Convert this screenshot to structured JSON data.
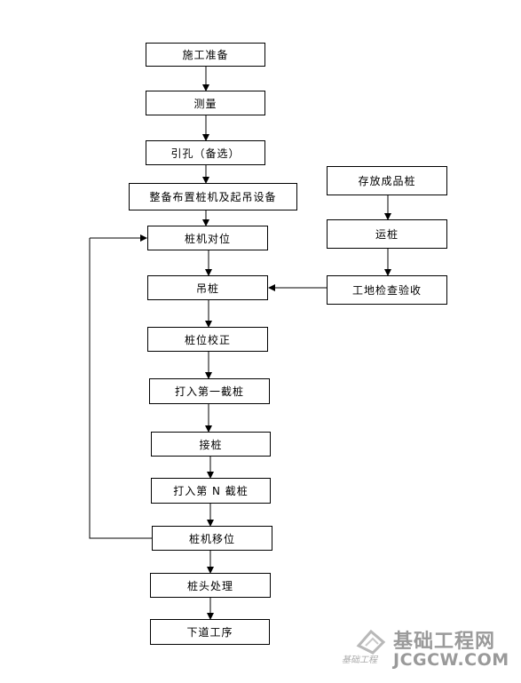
{
  "flow": {
    "main": [
      "施工准备",
      "测量",
      "引孔（备选）",
      "整备布置桩机及起吊设备",
      "桩机对位",
      "吊桩",
      "桩位校正",
      "打入第一截桩",
      "接桩",
      "打入第 N 截桩",
      "桩机移位",
      "桩头处理",
      "下道工序"
    ],
    "side": [
      "存放成品桩",
      "运桩",
      "工地检查验收"
    ]
  },
  "watermark": {
    "title": "基础工程网",
    "url": "JCGCW.COM",
    "script": "基础工程"
  }
}
